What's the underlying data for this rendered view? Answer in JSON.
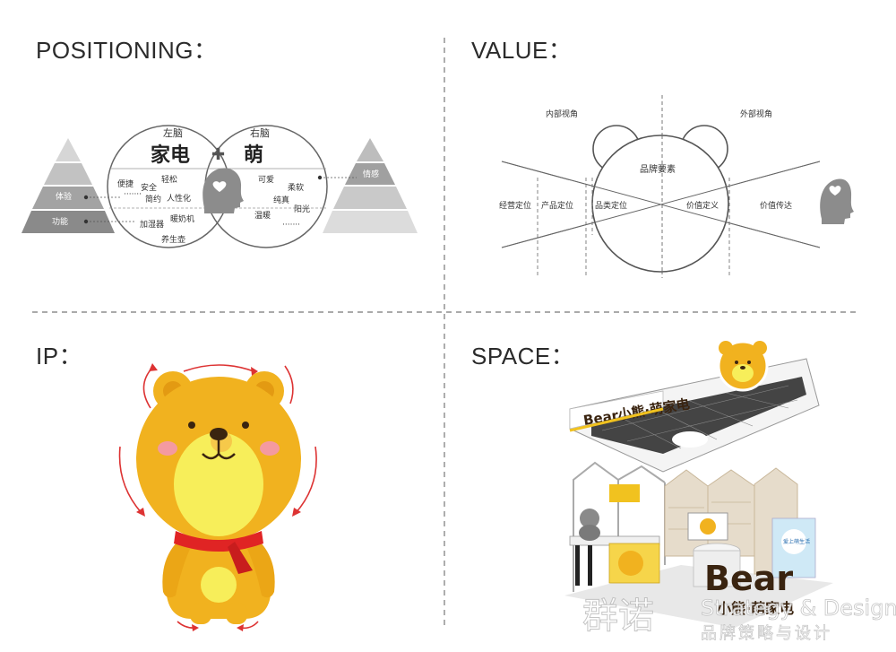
{
  "quadrants": {
    "positioning": {
      "title": "POSITIONING：",
      "left_brain_label": "左脑",
      "right_brain_label": "右脑",
      "left_word": "家电",
      "right_word": "萌",
      "plus": "✚",
      "left_pyramid": [
        "体验",
        "功能"
      ],
      "right_pyramid": [
        "情感"
      ],
      "left_attributes": [
        "便捷",
        "安全",
        "轻松",
        "简约",
        "人性化",
        "加湿器",
        "暖奶机",
        "养生壶"
      ],
      "right_attributes": [
        "可爱",
        "柔软",
        "纯真",
        "阳光",
        "温暖"
      ],
      "dots": "·······"
    },
    "value": {
      "title": "VALUE：",
      "inner_view": "内部视角",
      "outer_view": "外部视角",
      "center": "品牌要素",
      "row": [
        "经营定位",
        "产品定位",
        "品类定位",
        "价值定义",
        "价值传达"
      ]
    },
    "ip": {
      "title": "IP："
    },
    "space": {
      "title": "SPACE：",
      "sign_text": "Bear小熊·萌家电",
      "booth_logo": "Bear",
      "booth_sub": "小熊·萌家电",
      "poster_text": "爱上萌生活"
    }
  },
  "watermark": {
    "cn": "群诺",
    "en": "Strategy & Design",
    "sub": "品牌策略与设计"
  },
  "colors": {
    "bear": "#f1b21f",
    "bear_dark": "#e39a12",
    "muzzle": "#f7ee5a",
    "scarf": "#e02424",
    "gray_dark": "#8a8a8a",
    "gray_mid": "#b3b3b3",
    "gray_light": "#d6d6d6"
  }
}
